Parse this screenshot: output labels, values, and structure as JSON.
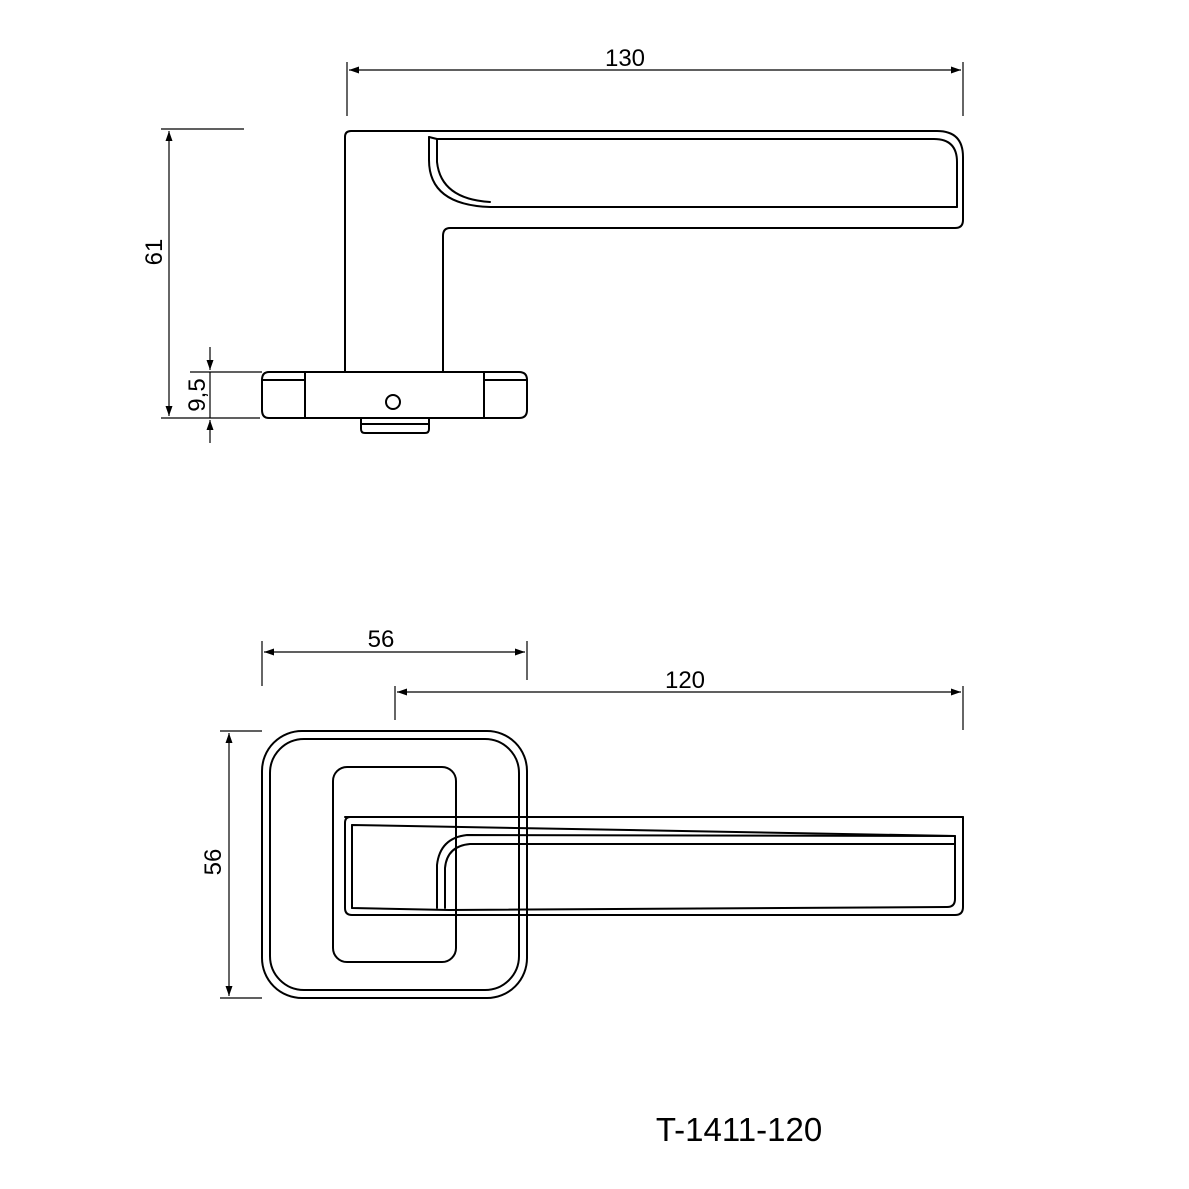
{
  "side_view": {
    "dim_length": "130",
    "dim_height": "61",
    "dim_rose_thickness": "9,5"
  },
  "top_view": {
    "dim_rose_width": "56",
    "dim_lever_length": "120",
    "dim_rose_height": "56"
  },
  "product_code": "T-1411-120",
  "colors": {
    "stroke": "#000000",
    "background": "#ffffff"
  }
}
